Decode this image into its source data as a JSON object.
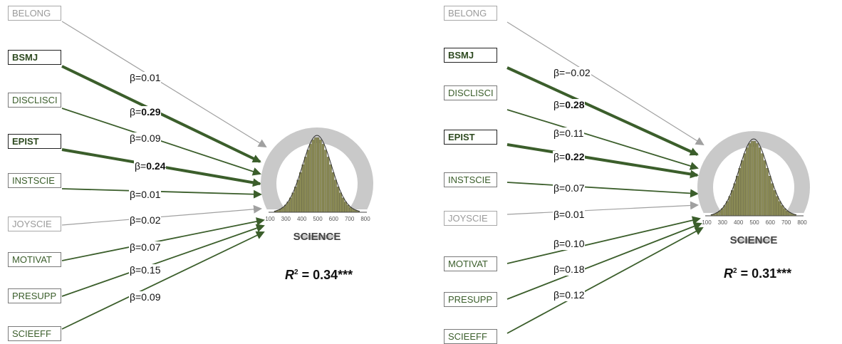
{
  "panels": [
    {
      "predictors": [
        {
          "name": "BELONG",
          "style": "gray",
          "beta_prefix": "β=",
          "beta": "0.01",
          "strong": false
        },
        {
          "name": "BSMJ",
          "style": "bold",
          "beta_prefix": "β=",
          "beta": "0.29",
          "strong": true
        },
        {
          "name": "DISCLISCI",
          "style": "green",
          "beta_prefix": "β=",
          "beta": "0.09",
          "strong": false
        },
        {
          "name": "EPIST",
          "style": "bold",
          "beta_prefix": "β=",
          "beta": "0.24",
          "strong": true
        },
        {
          "name": "INSTSCIE",
          "style": "green",
          "beta_prefix": "β=",
          "beta": "0.01",
          "strong": false
        },
        {
          "name": "JOYSCIE",
          "style": "gray",
          "beta_prefix": "β=",
          "beta": "0.02",
          "strong": false
        },
        {
          "name": "MOTIVAT",
          "style": "green",
          "beta_prefix": "β=",
          "beta": "0.07",
          "strong": false
        },
        {
          "name": "PRESUPP",
          "style": "green",
          "beta_prefix": "β=",
          "beta": "0.15",
          "strong": false
        },
        {
          "name": "SCIEEFF",
          "style": "green",
          "beta_prefix": "β=",
          "beta": "0.09",
          "strong": false
        }
      ],
      "outcome": {
        "label": "SCIENCE",
        "axis_ticks": [
          "100",
          "300",
          "400",
          "500",
          "600",
          "700",
          "800"
        ]
      },
      "r2": {
        "symbol": "R",
        "sup": "2",
        "value": " = 0.34***"
      }
    },
    {
      "predictors": [
        {
          "name": "BELONG",
          "style": "gray",
          "beta_prefix": "β=",
          "beta": "−0.02",
          "strong": false
        },
        {
          "name": "BSMJ",
          "style": "bold",
          "beta_prefix": "β=",
          "beta": "0.28",
          "strong": true
        },
        {
          "name": "DISCLISCI",
          "style": "green",
          "beta_prefix": "β=",
          "beta": "0.11",
          "strong": false
        },
        {
          "name": "EPIST",
          "style": "bold",
          "beta_prefix": "β=",
          "beta": "0.22",
          "strong": true
        },
        {
          "name": "INSTSCIE",
          "style": "green",
          "beta_prefix": "β=",
          "beta": "0.07",
          "strong": false
        },
        {
          "name": "JOYSCIE",
          "style": "gray",
          "beta_prefix": "β=",
          "beta": "0.01",
          "strong": false
        },
        {
          "name": "MOTIVAT",
          "style": "green",
          "beta_prefix": "β=",
          "beta": "0.10",
          "strong": false
        },
        {
          "name": "PRESUPP",
          "style": "green",
          "beta_prefix": "β=",
          "beta": "0.18",
          "strong": false
        },
        {
          "name": "SCIEEFF",
          "style": "green",
          "beta_prefix": "β=",
          "beta": "0.12",
          "strong": false
        }
      ],
      "outcome": {
        "label": "SCIENCE",
        "axis_ticks": [
          "100",
          "300",
          "400",
          "500",
          "600",
          "700",
          "800"
        ]
      },
      "r2": {
        "symbol": "R",
        "sup": "2",
        "value": " = 0.31***"
      }
    }
  ],
  "colors": {
    "green": "#3b5e2b",
    "gray": "#a0a0a0",
    "circle": "#c9c9c9",
    "bars": "#8a8a55"
  }
}
